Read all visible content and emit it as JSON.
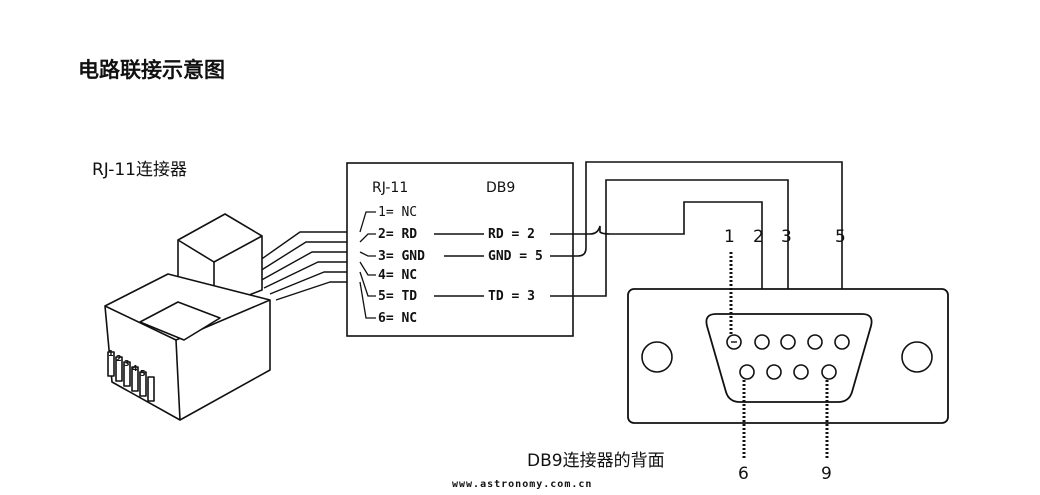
{
  "title": "电路联接示意图",
  "rj11": {
    "label": "RJ-11连接器",
    "contact_numbers": [
      "1",
      "2",
      "3",
      "4",
      "5"
    ]
  },
  "box": {
    "header_left": "RJ-11",
    "header_right": "DB9",
    "pins": [
      "1= NC",
      "2= RD",
      "3= GND",
      "4= NC",
      "5= TD",
      "6= NC"
    ],
    "mappings": [
      "RD = 2",
      "GND = 5",
      "TD = 3"
    ]
  },
  "db9": {
    "label": "DB9连接器的背面",
    "top_numbers": [
      "1",
      "2",
      "3",
      "5"
    ],
    "bottom_numbers": [
      "6",
      "9"
    ]
  },
  "watermark": "www.astronomy.com.cn"
}
